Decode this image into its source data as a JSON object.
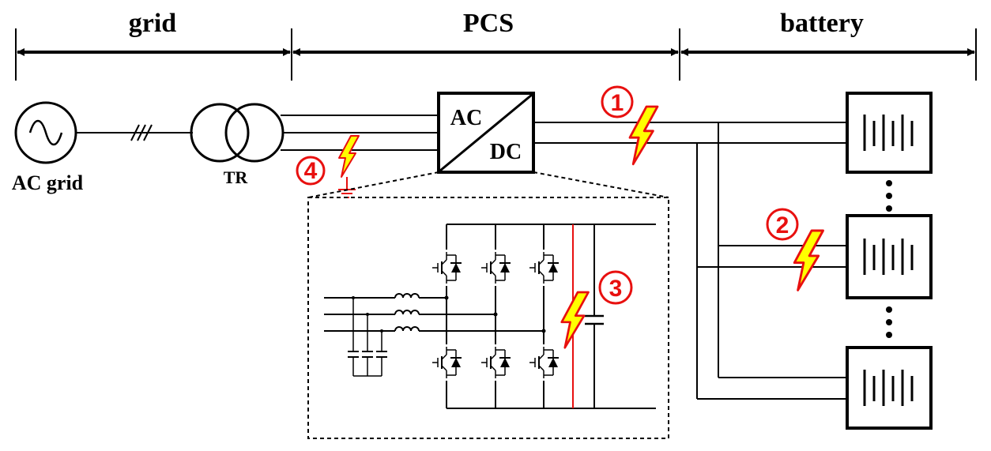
{
  "sections": {
    "grid": "grid",
    "pcs": "PCS",
    "battery": "battery"
  },
  "components": {
    "ac_grid": "AC grid",
    "transformer": "TR",
    "converter_ac": "AC",
    "converter_dc": "DC"
  },
  "faults": [
    {
      "id": 1,
      "label": "1"
    },
    {
      "id": 2,
      "label": "2"
    },
    {
      "id": 3,
      "label": "3"
    },
    {
      "id": 4,
      "label": "4"
    }
  ],
  "colors": {
    "fault": "#e8100f",
    "lightning_fill": "#ffff00",
    "lightning_stroke": "#e8100f",
    "wire": "#000000"
  },
  "icons": {
    "source": "ac-source-icon",
    "transformer": "transformer-icon",
    "converter": "ac-dc-converter-icon",
    "battery": "battery-icon",
    "fault": "lightning-fault-icon",
    "ground": "ground-icon"
  }
}
